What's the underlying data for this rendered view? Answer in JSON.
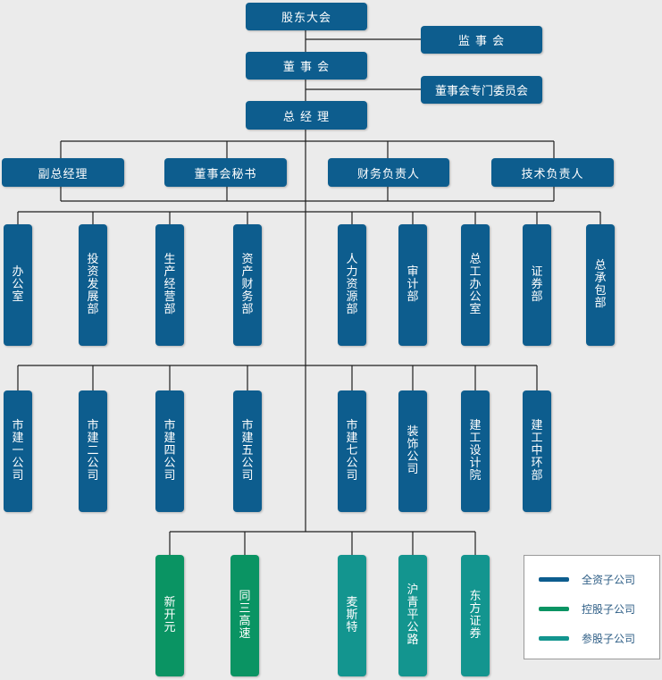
{
  "colors": {
    "wholly_owned": "#0d5d8e",
    "holding": "#0a9463",
    "participating": "#13958f",
    "line": "#1f1f1f",
    "background": "#ebebeb"
  },
  "governance": {
    "shareholders_meeting": "股东大会",
    "supervisory_board": "监 事 会",
    "board_of_directors": "董 事 会",
    "board_committees": "董事会专门委员会",
    "general_manager": "总 经 理"
  },
  "executives": [
    "副总经理",
    "董事会秘书",
    "财务负责人",
    "技术负责人"
  ],
  "departments": [
    "办公室",
    "投资发展部",
    "生产经营部",
    "资产财务部",
    "人力资源部",
    "审计部",
    "总工办公室",
    "证券部",
    "总承包部"
  ],
  "subsidiaries": [
    "市建一公司",
    "市建二公司",
    "市建四公司",
    "市建五公司",
    "市建七公司",
    "装饰公司",
    "建工设计院",
    "建工中环部"
  ],
  "affiliates": [
    {
      "name": "新开元",
      "type": "holding"
    },
    {
      "name": "同三高速",
      "type": "holding"
    },
    {
      "name": "麦斯特",
      "type": "participating"
    },
    {
      "name": "沪青平公路",
      "type": "participating"
    },
    {
      "name": "东方证券",
      "type": "participating"
    }
  ],
  "legend": {
    "wholly_owned": "全资子公司",
    "holding": "控股子公司",
    "participating": "参股子公司"
  }
}
